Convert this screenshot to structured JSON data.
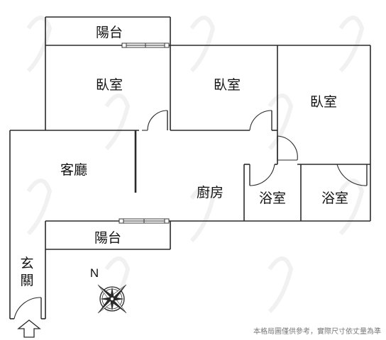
{
  "rooms": {
    "balcony_top": "陽台",
    "bedroom_1": "臥室",
    "bedroom_2": "臥室",
    "bedroom_3": "臥室",
    "living_room": "客廳",
    "kitchen": "廚房",
    "bathroom_1": "浴室",
    "bathroom_2": "浴室",
    "balcony_bottom": "陽台",
    "entrance_line1": "玄",
    "entrance_line2": "關"
  },
  "compass": {
    "north_label": "N"
  },
  "disclaimer": "本格局圖僅供參考，實際尺寸依丈量為準",
  "colors": {
    "wall": "#2a2a2a",
    "background": "#ffffff",
    "disclaimer": "#777777"
  },
  "icons": {
    "compass": "compass-rose-icon",
    "entry": "entry-arrow-icon"
  }
}
